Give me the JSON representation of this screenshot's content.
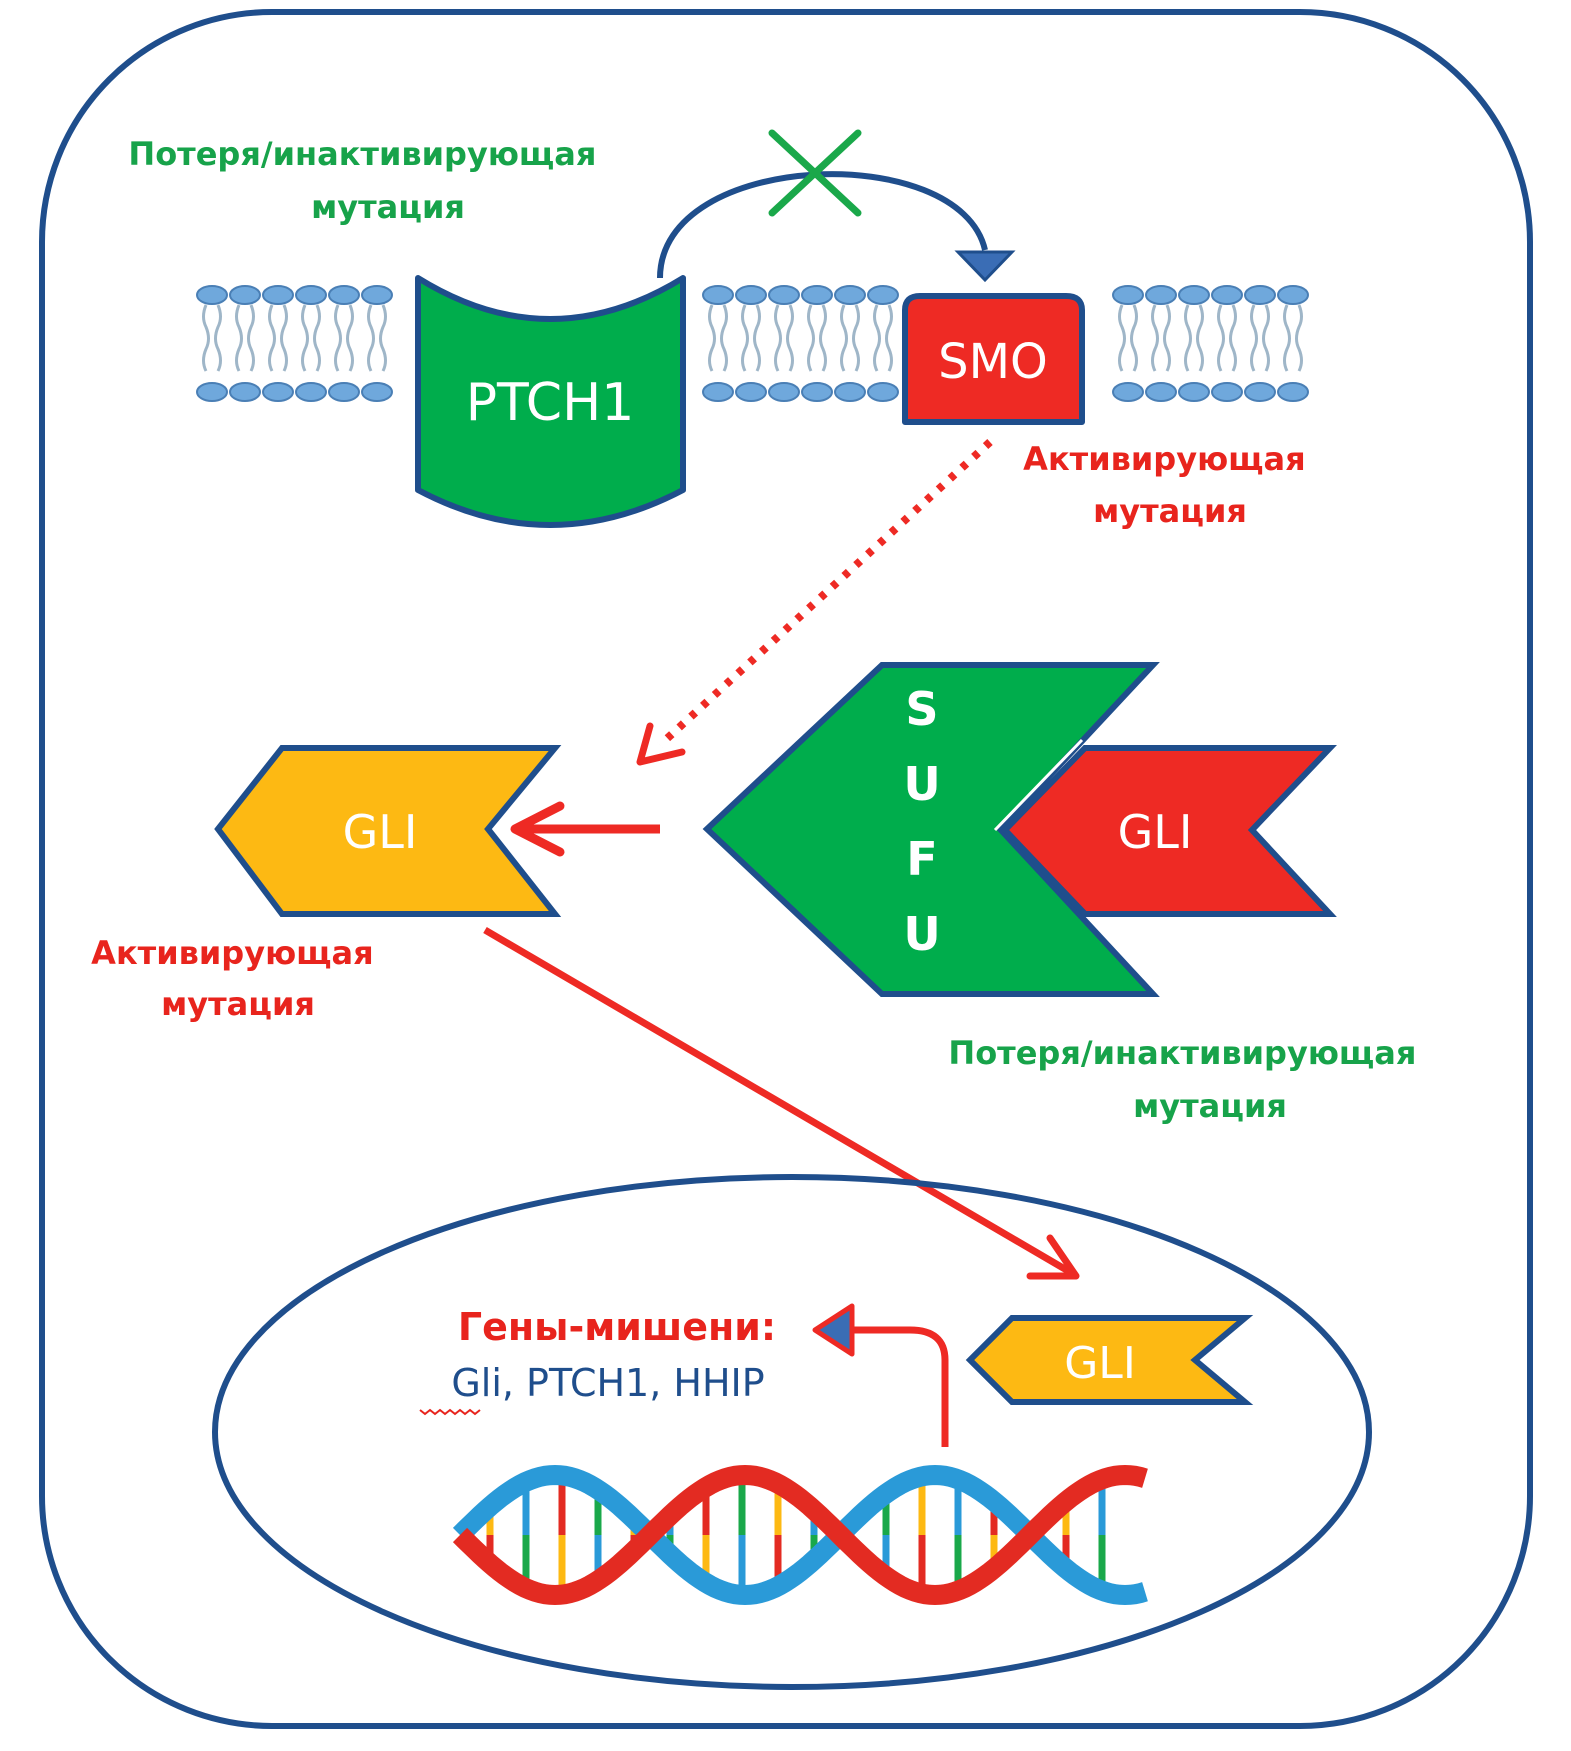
{
  "colors": {
    "outline": "#1f4e8c",
    "green": "#00ad4c",
    "green_text": "#17a34a",
    "red": "#ee2a24",
    "red_text": "#e8241d",
    "yellow": "#fdb913",
    "lipid_head": "#6fa8dc",
    "dna_blue": "#2a9ad8",
    "dna_red": "#e32b22"
  },
  "labels": {
    "ptch1_mutation": [
      "Потеря/инактивирующая",
      "мутация"
    ],
    "smo_mutation": [
      "Активирующая",
      "мутация"
    ],
    "gli_mutation": [
      "Активирующая",
      "мутация"
    ],
    "sufu_mutation": [
      "Потеря/инактивирующая",
      "мутация"
    ],
    "target_genes_title": "Гены-мишени:",
    "target_genes_list_first": "Gli",
    "target_genes_list_rest": ", PTCH1, HHIP"
  },
  "nodes": {
    "ptch1": "PTCH1",
    "smo": "SMO",
    "sufu_letters": [
      "S",
      "U",
      "F",
      "U"
    ],
    "gli_bound": "GLI",
    "gli_active": "GLI",
    "gli_nucleus": "GLI"
  },
  "icons": {
    "inhibition_mark": "cross-icon",
    "membrane": "lipid-bilayer-icon",
    "dna": "dna-helix-icon"
  }
}
